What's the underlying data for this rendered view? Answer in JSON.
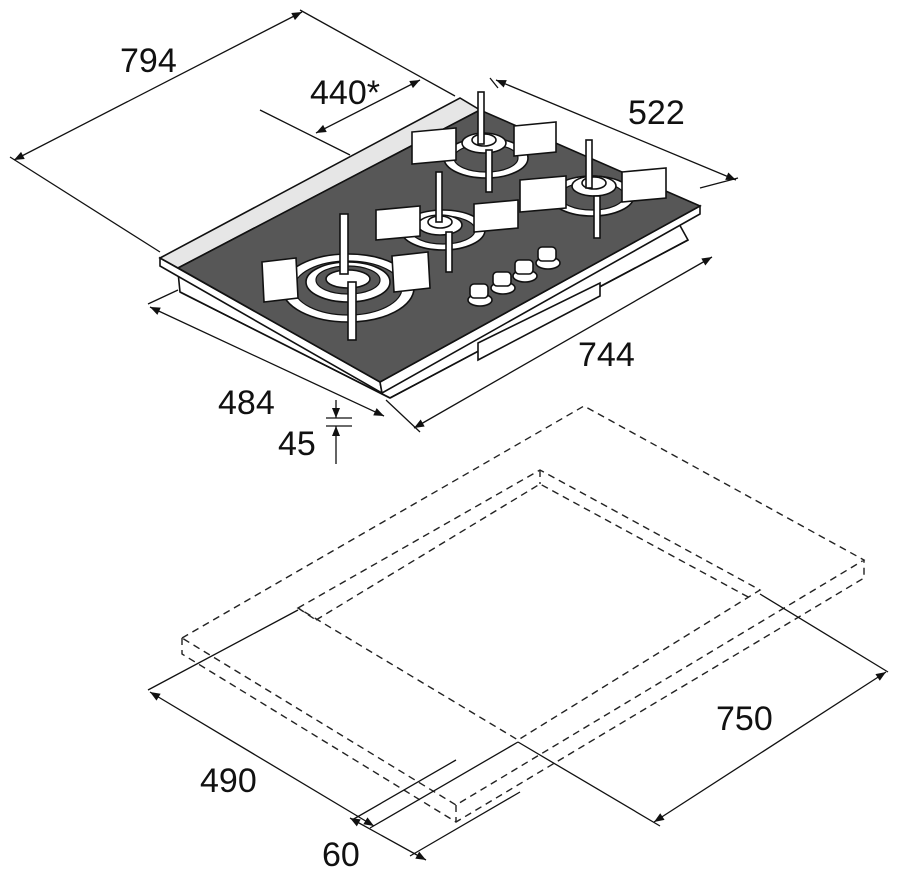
{
  "dimensions": {
    "overall_width": "794",
    "burner_spacing": "440*",
    "depth": "522",
    "glass_width": "744",
    "glass_depth": "484",
    "thickness": "45",
    "cutout_width": "750",
    "cutout_depth": "490",
    "edge_clearance": "60"
  },
  "colors": {
    "glass": "#575757",
    "line": "#111111",
    "frame": "#d9d9d9"
  }
}
